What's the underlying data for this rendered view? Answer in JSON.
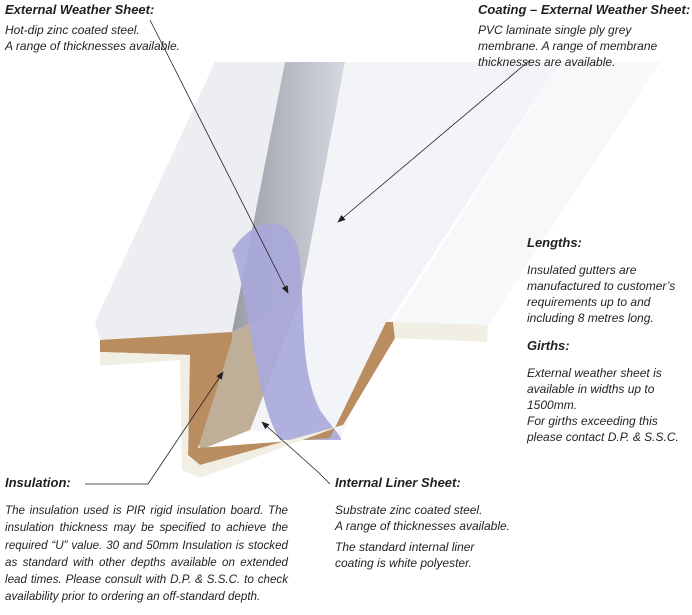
{
  "external_weather_sheet": {
    "title": "External Weather Sheet:",
    "lines": [
      "Hot-dip zinc coated steel.",
      "A range of thicknesses available."
    ]
  },
  "coating": {
    "title": "Coating – External Weather Sheet:",
    "lines": [
      "PVC laminate single ply grey",
      "membrane. A range of membrane",
      "thicknesses are available."
    ]
  },
  "lengths": {
    "title": "Lengths:",
    "lines": [
      "Insulated gutters are",
      "manufactured to customer’s",
      "requirements up to and",
      "including 8 metres long."
    ]
  },
  "girths": {
    "title": "Girths:",
    "lines": [
      "External weather sheet is",
      "available in widths up to",
      "1500mm.",
      "For girths exceeding this",
      "please contact D.P. & S.S.C."
    ]
  },
  "insulation": {
    "title": "Insulation:",
    "text": "The insulation used is PIR rigid insulation board. The insulation thickness may be specified to achieve the required “U” value. 30 and 50mm Insulation is stocked as standard with other depths available on extended lead times. Please consult with D.P. & S.S.C. to check availability prior to ordering an off-standard depth."
  },
  "internal_liner": {
    "title": "Internal Liner Sheet:",
    "lines": [
      "Substrate zinc coated steel.",
      "A range of thicknesses available."
    ],
    "lines2": [
      "The standard internal liner",
      "coating is white polyester."
    ]
  },
  "colors": {
    "membrane": "#a9a8dc",
    "insulation": "#b98d5f",
    "liner": "#f1efe4"
  }
}
